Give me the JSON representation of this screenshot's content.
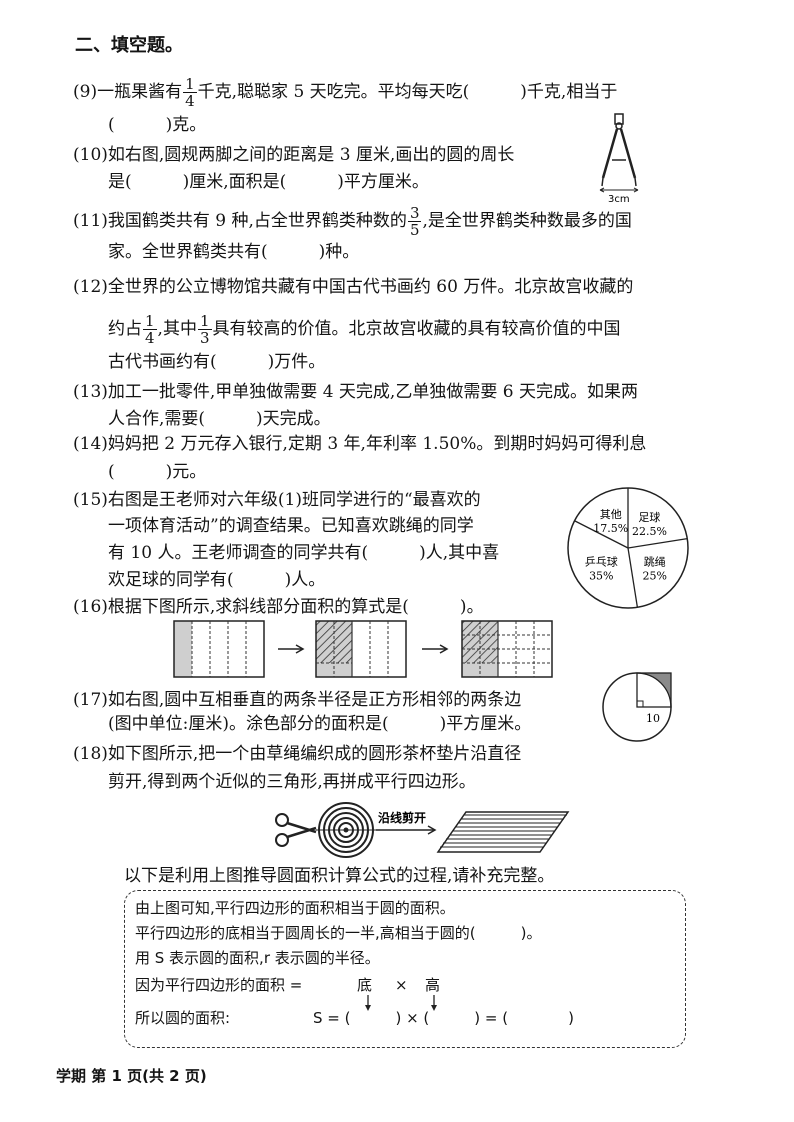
{
  "section_title": "二、填空题。",
  "q9": {
    "a": "(9)一瓶果酱有",
    "frac_n": "1",
    "frac_d": "4",
    "b": "千克,聪聪家 5 天吃完。平均每天吃(　　　)千克,相当于",
    "c": "(　　　)克。"
  },
  "q10": {
    "a": "(10)如右图,圆规两脚之间的距离是 3 厘米,画出的圆的周长",
    "b": "是(　　　)厘米,面积是(　　　)平方厘米。",
    "fig_label": "3cm"
  },
  "q11": {
    "a": "(11)我国鹤类共有 9 种,占全世界鹤类种数的",
    "frac_n": "3",
    "frac_d": "5",
    "b": ",是全世界鹤类种数最多的国",
    "c": "家。全世界鹤类共有(　　　)种。"
  },
  "q12": {
    "a": "(12)全世界的公立博物馆共藏有中国古代书画约 60 万件。北京故宫收藏的",
    "b1": "约占",
    "frac1_n": "1",
    "frac1_d": "4",
    "b2": ",其中",
    "frac2_n": "1",
    "frac2_d": "3",
    "b3": "具有较高的价值。北京故宫收藏的具有较高价值的中国",
    "c": "古代书画约有(　　　)万件。"
  },
  "q13": {
    "a": "(13)加工一批零件,甲单独做需要 4 天完成,乙单独做需要 6 天完成。如果两",
    "b": "人合作,需要(　　　)天完成。"
  },
  "q14": {
    "a": "(14)妈妈把 2 万元存入银行,定期 3 年,年利率 1.50%。到期时妈妈可得利息",
    "b": "(　　　)元。"
  },
  "q15": {
    "a": "(15)右图是王老师对六年级(1)班同学进行的“最喜欢的",
    "b": "一项体育活动”的调查结果。已知喜欢跳绳的同学",
    "c": "有 10 人。王老师调查的同学共有(　　　)人,其中喜",
    "d": "欢足球的同学有(　　　)人。"
  },
  "chart_data": {
    "type": "pie",
    "categories": [
      "其他",
      "足球",
      "跳绳",
      "乒乓球"
    ],
    "values": [
      17.5,
      22.5,
      25,
      35
    ],
    "labels": [
      "17.5%",
      "22.5%",
      "25%",
      "35%"
    ]
  },
  "q16": {
    "a": "(16)根据下图所示,求斜线部分面积的算式是(　　　)。"
  },
  "q17": {
    "a": "(17)如右图,圆中互相垂直的两条半径是正方形相邻的两条边",
    "b": "(图中单位:厘米)。涂色部分的面积是(　　　)平方厘米。",
    "fig_label": "10"
  },
  "q18": {
    "a": "(18)如下图所示,把一个由草绳编织成的圆形茶杯垫片沿直径",
    "b": "剪开,得到两个近似的三角形,再拼成平行四边形。",
    "fig_label": "沿线剪开"
  },
  "derive_intro": "以下是利用上图推导圆面积计算公式的过程,请补充完整。",
  "box": {
    "l1": "由上图可知,平行四边形的面积相当于圆的面积。",
    "l2": "平行四边形的底相当于圆周长的一半,高相当于圆的(　　　)。",
    "l3": "用 S 表示圆的面积,r 表示圆的半径。",
    "l4a": "因为平行四边形的面积 =",
    "l4_base": "底",
    "l4_times": "×",
    "l4_height": "高",
    "l5a": "所以圆的面积:",
    "l5b": "S = (　　　) × (　　　) = (　　　　)"
  },
  "footer": "学期 第 1 页(共 2 页)"
}
